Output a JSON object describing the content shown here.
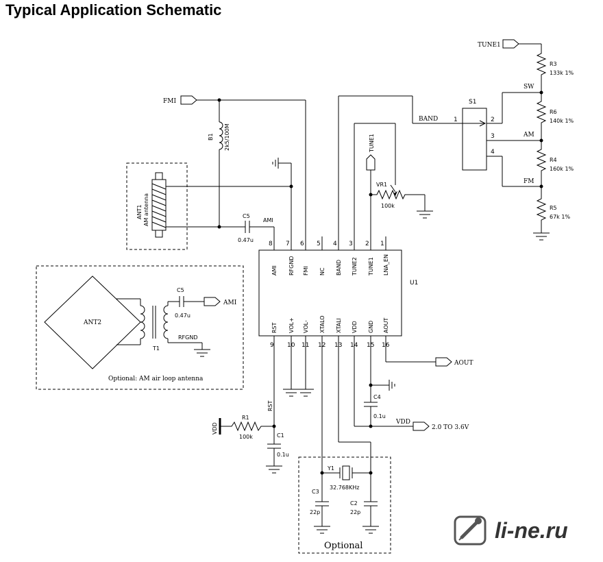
{
  "title": "Typical Application Schematic",
  "chip": {
    "ref": "U1",
    "top_pins": [
      {
        "num": "8",
        "name": "AMI"
      },
      {
        "num": "7",
        "name": "RFGND"
      },
      {
        "num": "6",
        "name": "FMI"
      },
      {
        "num": "5",
        "name": "NC"
      },
      {
        "num": "4",
        "name": "BAND"
      },
      {
        "num": "3",
        "name": "TUNE2"
      },
      {
        "num": "2",
        "name": "TUNE1"
      },
      {
        "num": "1",
        "name": "LNA_EN"
      }
    ],
    "bottom_pins": [
      {
        "num": "9",
        "name": "RST"
      },
      {
        "num": "10",
        "name": "VOL+"
      },
      {
        "num": "11",
        "name": "VOL-"
      },
      {
        "num": "12",
        "name": "XTALO"
      },
      {
        "num": "13",
        "name": "XTALI"
      },
      {
        "num": "14",
        "name": "VDD"
      },
      {
        "num": "15",
        "name": "GND"
      },
      {
        "num": "16",
        "name": "AOUT"
      }
    ]
  },
  "ports": {
    "tune1": "TUNE1",
    "fmi": "FMI",
    "ami": "AMI",
    "aout": "AOUT",
    "vdd": "VDD",
    "vdd_range": "2.0 TO 3.6V",
    "vdd_left": "VDD",
    "tune1_vertical": "TUNE1"
  },
  "components": {
    "r3": {
      "ref": "R3",
      "val": "133k 1%"
    },
    "r6": {
      "ref": "R6",
      "val": "140k 1%"
    },
    "r4": {
      "ref": "R4",
      "val": "160k 1%"
    },
    "r5": {
      "ref": "R5",
      "val": "67k 1%"
    },
    "r1": {
      "ref": "R1",
      "val": "100k"
    },
    "vr1": {
      "ref": "VR1",
      "val": "100k"
    },
    "b1": {
      "ref": "B1",
      "val": "2k5/100M"
    },
    "c5": {
      "ref": "C5",
      "val": "0.47u"
    },
    "c5b": {
      "ref": "C5",
      "val": "0.47u"
    },
    "c4": {
      "ref": "C4",
      "val": "0.1u"
    },
    "c1": {
      "ref": "C1",
      "val": "0.1u"
    },
    "c3": {
      "ref": "C3",
      "val": "22p"
    },
    "c2": {
      "ref": "C2",
      "val": "22p"
    },
    "y1": {
      "ref": "Y1",
      "val": "32.768KHz"
    },
    "s1": {
      "ref": "S1"
    },
    "t1": {
      "ref": "T1"
    },
    "ant1": {
      "ref": "ANT1",
      "val": "AM antenna"
    },
    "ant2": {
      "ref": "ANT2"
    }
  },
  "switch": {
    "pin1": "1",
    "pin2": "2",
    "pin3": "3",
    "pin4": "4",
    "band": "BAND",
    "sw": "SW",
    "am": "AM",
    "fm": "FM"
  },
  "nets": {
    "rst": "RST",
    "rfgnd": "RFGND",
    "ami": "AMI"
  },
  "notes": {
    "loop": "Optional: AM air loop antenna",
    "optional": "Optional"
  },
  "logo": {
    "text": "li-ne.ru"
  }
}
